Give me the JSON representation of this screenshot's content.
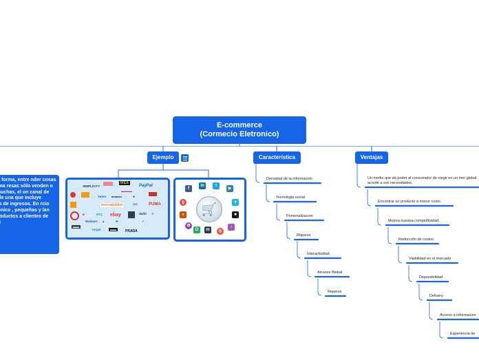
{
  "root": {
    "line1": "E-commerce",
    "line2": "(Cormecio Eletronico)"
  },
  "branches": {
    "ejemplo": "Ejemplo",
    "caracteristica": "Característica",
    "ventajas": "Ventajas"
  },
  "note": {
    "text": "es una forma, entre nder cosas de forma resas sólo venden o para muchas, el un canal de parte de una que incluye tiendas de ingresos. En rcio electrónico , pequeñas y lan sus productos a clientes de todo el"
  },
  "caracteristicas": [
    "Densidad de la información",
    "Tecnologia social",
    "Personalizacion",
    "Riqueza",
    "Interactividad",
    "Alcance Blobal",
    "Riqueza"
  ],
  "ventajas": [
    "Un medio que da poder al consumidor de elegir en un mer global acorde a sus necesidades.",
    "Encontrar un producto a menor costo.",
    "Mejora nuestra competitividad",
    "Reducción de costos",
    "Visibilidad en el mercado",
    "Disponibilidad",
    "Delivery",
    "Acceso a informacion",
    "Experiencia de"
  ],
  "brand_logos": [
    "IKEA",
    "PayPal",
    "SIMPLICITY",
    "Sears",
    "amazon",
    "mercadolibre",
    "RTC",
    "ebay",
    "Walmart",
    "target",
    "PRADA",
    "PUMA",
    "dafiti"
  ],
  "social_icons": [
    "facebook-icon",
    "linkedin-icon",
    "twitter-icon",
    "youtube-icon",
    "google-icon",
    "vimeo-icon",
    "cart-icon",
    "flickr-icon",
    "picasa-icon",
    "digg-icon",
    "stumbleupon-icon",
    "myspace-icon",
    "delicious-icon"
  ],
  "colors": {
    "accent": "#1565e6",
    "line": "#1565e6",
    "logo_panel_bg": "#d6eaf8"
  }
}
